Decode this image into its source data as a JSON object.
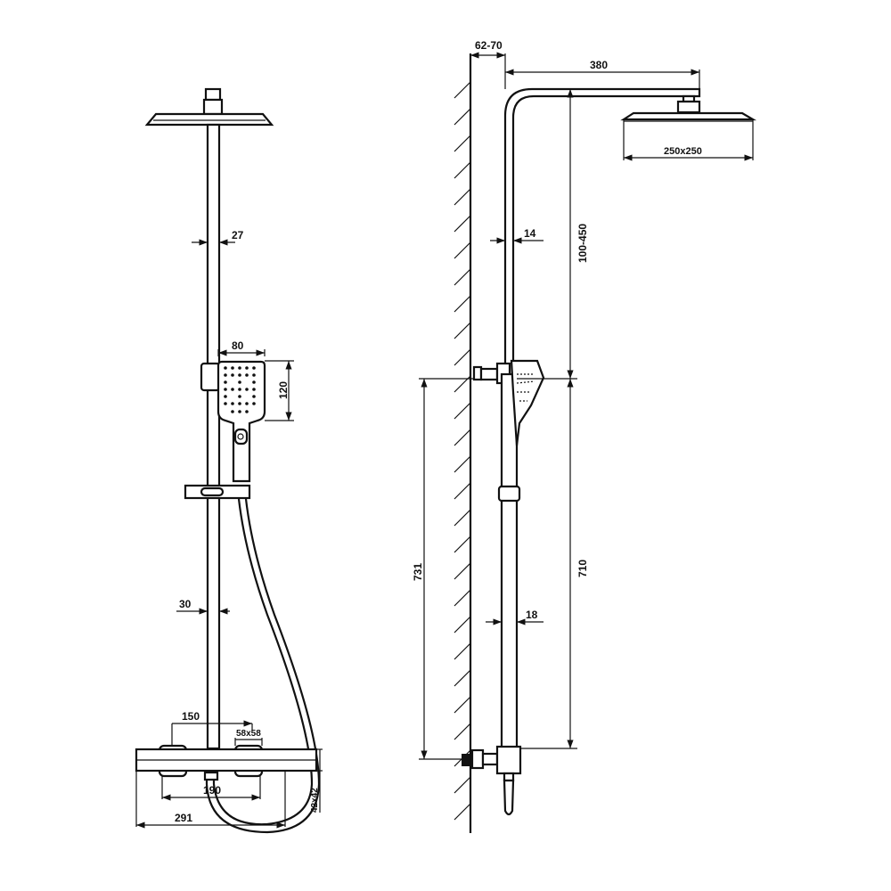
{
  "front_view": {
    "dimensions": {
      "pipe_upper": "27",
      "handshower_width": "80",
      "handshower_height": "120",
      "pipe_lower": "30",
      "inlet_spacing": "150",
      "knob": "58x58",
      "center_distance": "190",
      "valve_length": "291",
      "valve_section": "42x42"
    }
  },
  "side_view": {
    "dimensions": {
      "wall_offset": "62-70",
      "arm_length": "380",
      "head_size": "250x250",
      "pipe_upper": "14",
      "height_adjust": "100-450",
      "total_lower": "731",
      "riser_height": "710",
      "pipe_lower": "18"
    }
  }
}
